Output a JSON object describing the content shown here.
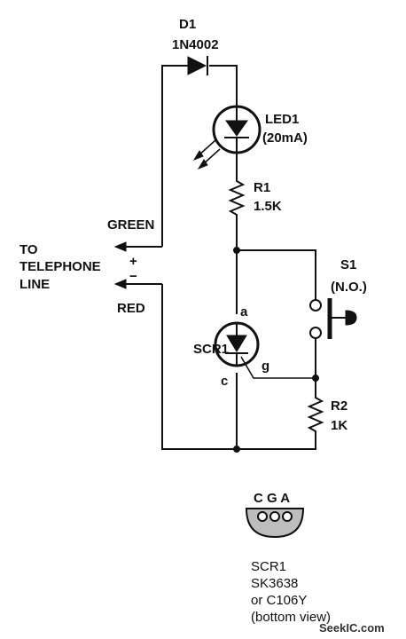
{
  "labels": {
    "d1_ref": "D1",
    "d1_part": "1N4002",
    "led_ref": "LED1",
    "led_current": "(20mA)",
    "r1_ref": "R1",
    "r1_value": "1.5K",
    "green": "GREEN",
    "plus": "+",
    "minus": "−",
    "red": "RED",
    "to_line_1": "TO",
    "to_line_2": "TELEPHONE",
    "to_line_3": "LINE",
    "s1_ref": "S1",
    "s1_type": "(N.O.)",
    "scr_ref": "SCR1",
    "pin_a": "a",
    "pin_g": "g",
    "pin_c": "c",
    "r2_ref": "R2",
    "r2_value": "1K",
    "pin_order": "C G A",
    "note_1": "SCR1",
    "note_2": "SK3638",
    "note_3": "or C106Y",
    "note_4": "(bottom view)",
    "watermark": "SeekIC.com"
  }
}
